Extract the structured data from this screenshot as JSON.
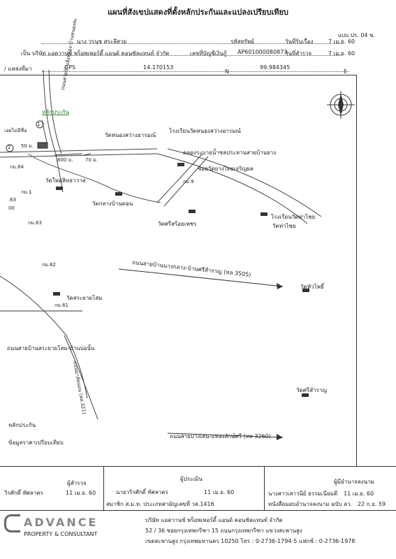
{
  "header": {
    "title": "แผนที่สังเขปแสดงที่ตั้งหลักประกันและแปลงเปรียบเทียบ",
    "form_no": "แบบ ปร. 04 ข.",
    "owner_label": "นาง วรนุช สระลึสวย",
    "asset_type_label": "รหัสทรัพย์",
    "notify_date_label": "วันที่รับเรื่อง",
    "notify_date": "7 เม.ย. 60",
    "company_line": "เป็น บริษัท แอดวานซ์ พร็อพเพอร์ตี้ แอนด์ คอนซัลแทนท์ จำกัด",
    "account_label": "เลขที่บัญชีเงินกู้",
    "account_no": "AP601000080873",
    "survey_date_label": "วันที่สำรวจ",
    "survey_date": "7 เม.ย. 60",
    "coord_label": "/ แหล่งที่มา",
    "coord_source": "GPS",
    "lat": "14.170153",
    "lat_dir": "N",
    "lon": "99.984345",
    "lon_dir": "E"
  },
  "map": {
    "collateral": "หลักประกัน",
    "marker_1": "1",
    "marker_2": "2",
    "no_name": "เอยไม่มีชื่อ",
    "dist_50": "50 ม.",
    "dist_800": "800 ม.",
    "dist_70": "70 ม.",
    "km64": "กม.64",
    "km1": "กม.1",
    "km63a": ".63",
    "km00": "00",
    "km63": "กม.63",
    "km62": "กม.62",
    "km61": "กม.61",
    "km9": "กม.9",
    "road_vertical": "ถนนสายบ้านหุ้งหย่อง-บ้านหนองละ",
    "wat_nongsawang": "วัดหนองสว่างอารมณ์",
    "school_nongsawang": "โรงเรียนวัดหนองสว่างอารมณ์",
    "canal": "คลองระบายน้ำชลประทานสายบ้านยาง",
    "soi_wat": "ซอยวัดยางไทยเจริญผล",
    "wat_mai": "วัดใหม่สิทธาวาส",
    "wat_klang": "วัดกลางบ้านดอน",
    "wat_sisoi": "วัดศรีสร้อยเพชร",
    "school_thachai": "โรงเรียนวัดท่าไชย",
    "wat_thachai": "วัดท่าไชย",
    "road_3505": "ถนนสายบ้านนางกลาง-บ้านศรีสำราญ (ทล 3505)",
    "wat_huaphai": "วัดหัวโพธิ์",
    "wat_srasaiyai": "วัดสระยายโสม",
    "road_sra": "ถนนสายบ้านสระยายโสม-บ้านบ่อนั้น",
    "road_321": "ถนนมาลัยแมน (ทล.321)",
    "wat_sisamran": "วัดศรีสำราญ",
    "road_3260": "ถนนสายบางเลน-แหลงลักษ์ศรี (ทล 3260)"
  },
  "legend": {
    "collateral": "หลักประกัน",
    "comparison": "ข้อมูลราคาเปรียบเทียบ"
  },
  "signatures": {
    "surveyor_label": "ผู้สำรวจ",
    "surveyor_name": "วิรศักดิ์ ทัศลาคร",
    "surveyor_date": "11 เม.ย. 60",
    "appraiser_label": "ผู้ประเมิน",
    "appraiser_name": "นายวริรศักดิ์ ทัศลาคร",
    "appraiser_date": "11 เม.ย. 60",
    "member_line": "สมาชิก ส.ม.ท. ประเภทสามัญเลขที่ วส.1416",
    "authority_label": "ผู้มีอำนาจลงนาม",
    "authority_name": "นางสาวเสาวนีย์ ธรรมเนียมดี",
    "authority_date": "11 เม.ย. 60",
    "letter_line": "หนังสือมอบอำนาจลงนาม ฉบับ ลว.",
    "letter_date": "22 ก.ย. 59"
  },
  "footer": {
    "logo": "ADVANCE",
    "logo_sub": "PROPERTY & CONSULTANT",
    "company": "บริษัท แอดวานซ์ พร็อพเพอร์ตี้ แอนด์ คอนซัลแทนท์ จำกัด",
    "address1": "52 / 36 ซอยกรุงเทพกรีฑา 15 ถนนกรุงเทพกรีฑา แขวงสะพานสูง",
    "address2": "เขตสะพานสูง กรุงเทพมหานคร 10250 โทร : 0-2736-1794-5  แฟกซ์ : 0-2736-1978"
  },
  "colors": {
    "collateral_text": "#2e7d32",
    "ink": "#222222"
  }
}
